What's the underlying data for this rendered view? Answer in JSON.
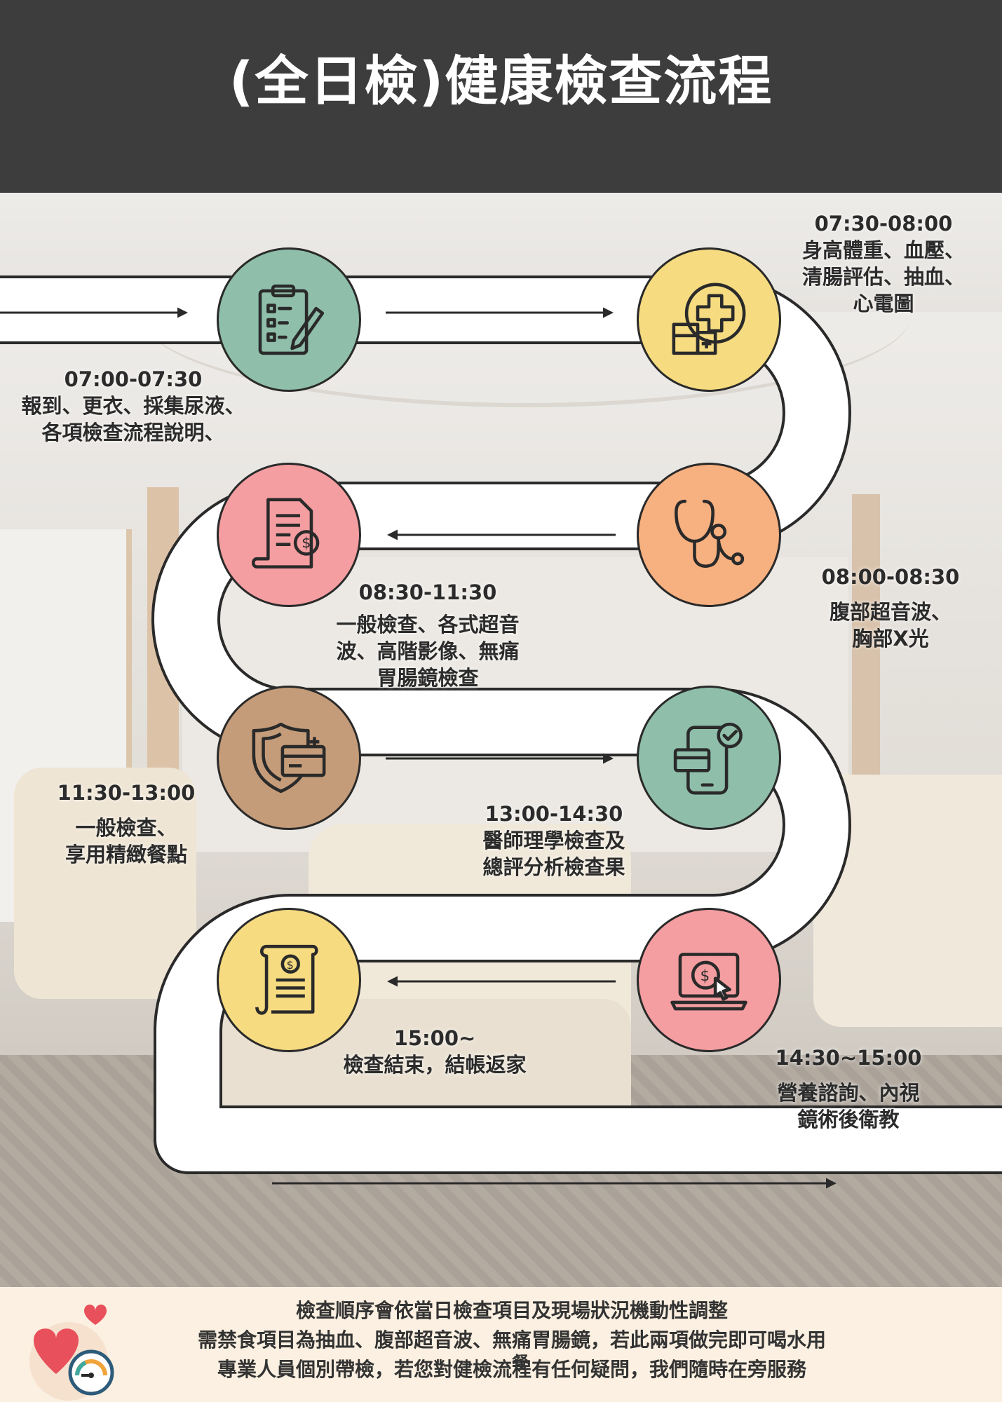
{
  "title": "(全日檢)健康檢查流程",
  "steps": [
    {
      "time": "07:00-07:30",
      "desc": "報到、更衣、採集尿液、\n各項檢查流程說明、",
      "icon": "clipboard-checklist-icon",
      "color": "#8fbfab"
    },
    {
      "time": "07:30-08:00",
      "desc": "身高體重、血壓、\n清腸評估、抽血、\n心電圖",
      "icon": "medical-cross-icon",
      "color": "#f6db80"
    },
    {
      "time": "08:00-08:30",
      "desc": "腹部超音波、\n胸部X光",
      "icon": "stethoscope-icon",
      "color": "#f7b07f"
    },
    {
      "time": "08:30-11:30",
      "desc": "一般檢查、各式超音\n波、高階影像、無痛\n胃腸鏡檢查",
      "icon": "invoice-dollar-icon",
      "color": "#f59ea1"
    },
    {
      "time": "11:30-13:00",
      "desc": "一般檢查、\n享用精緻餐點",
      "icon": "shield-card-icon",
      "color": "#c59c79"
    },
    {
      "time": "13:00-14:30",
      "desc": "醫師理學檢查及\n總評分析檢查果",
      "icon": "mobile-check-icon",
      "color": "#8fbfab"
    },
    {
      "time": "14:30~15:00",
      "desc": "營養諮詢、內視\n鏡術後衛教",
      "icon": "laptop-dollar-icon",
      "color": "#f59ea1"
    },
    {
      "time": "15:00~",
      "desc": "檢查結束，結帳返家",
      "icon": "receipt-scroll-icon",
      "color": "#f6db80"
    }
  ],
  "notes": [
    "檢查順序會依當日檢查項目及現場狀況機動性調整",
    "需禁食項目為抽血、腹部超音波、無痛胃腸鏡，若此兩項做完即可喝水用",
    "專業人員個別帶檢，若您對健檢流程有任何疑問，我們隨時在旁服務",
    "餐"
  ],
  "colors": {
    "header": "#3d3d3d",
    "road": "#ffffff",
    "outline": "#2a2a2a",
    "footer": "#fbf0e1",
    "heart": "#e8505b"
  }
}
